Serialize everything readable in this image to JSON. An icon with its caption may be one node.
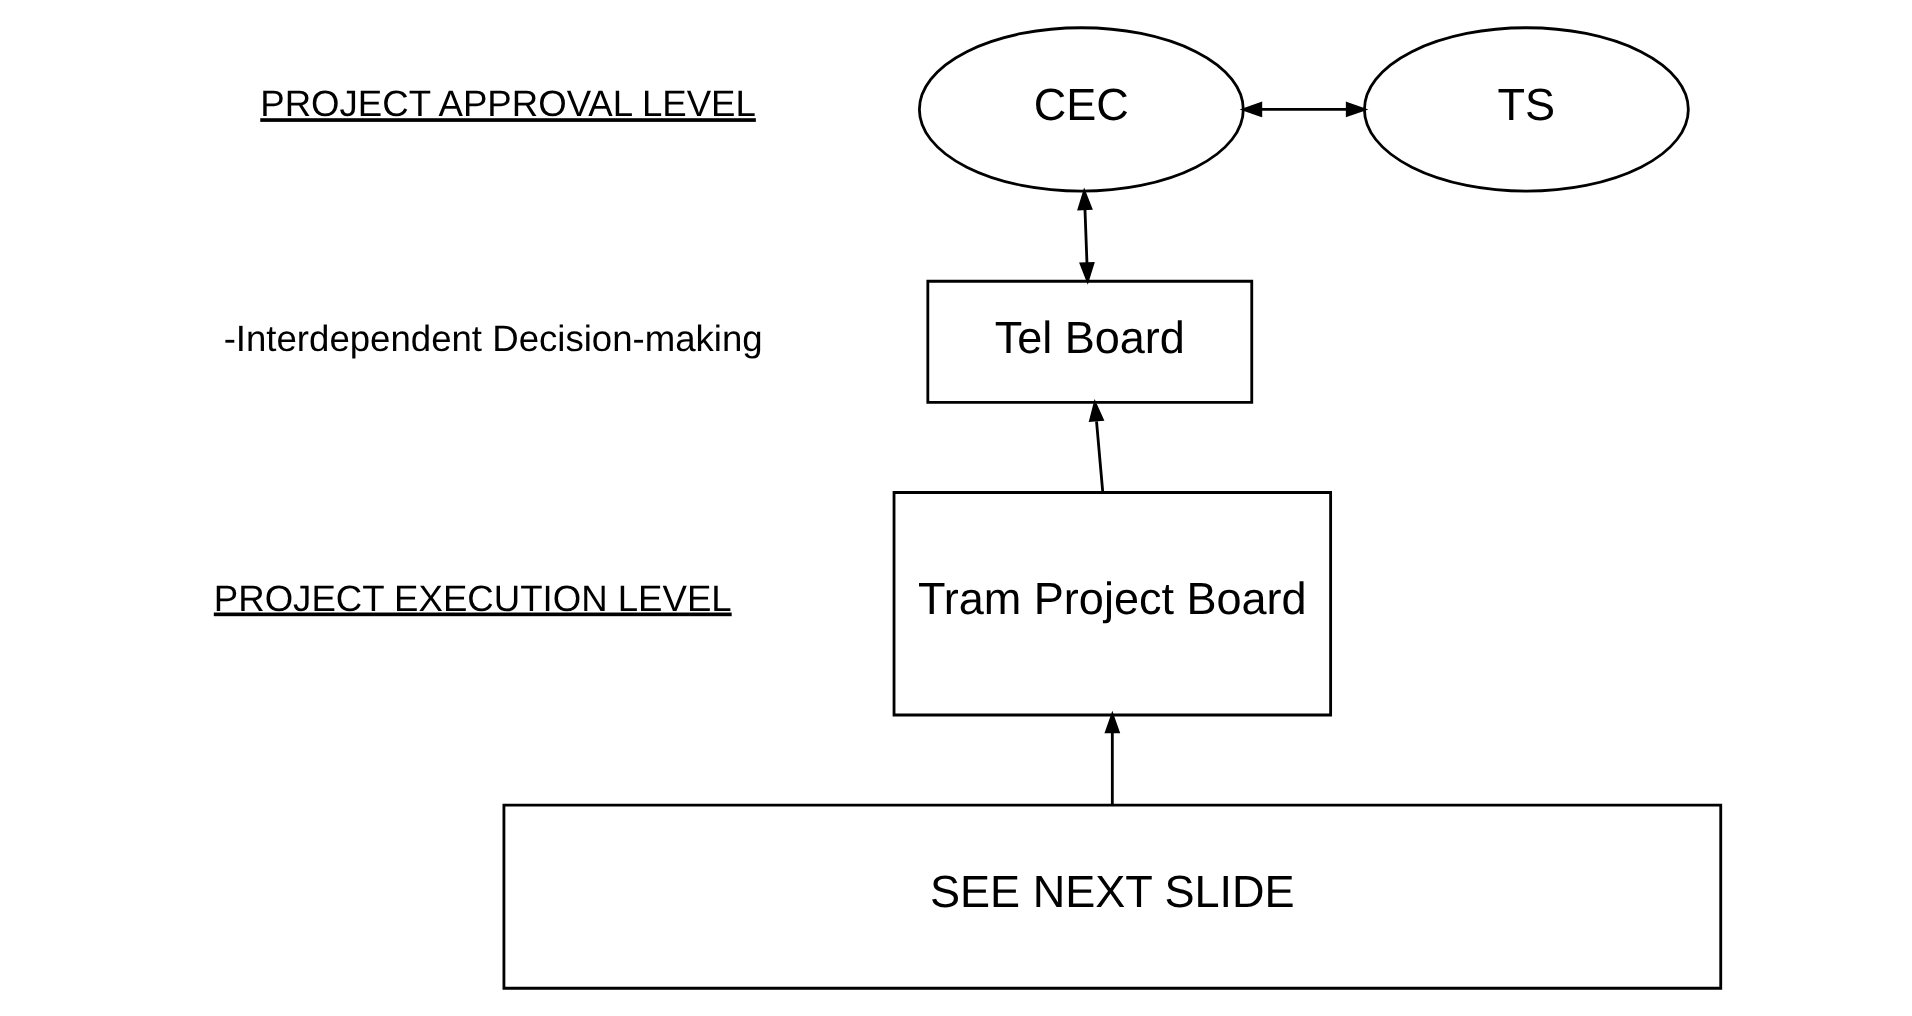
{
  "diagram": {
    "nodes": [
      {
        "text": [
          "CEC"
        ]
      },
      {
        "text": [
          "TS"
        ]
      },
      {
        "text": [
          "Tel Board"
        ]
      },
      {
        "text": [
          "Tram Project Board"
        ]
      },
      {
        "text": [
          "SEE NEXT SLIDE"
        ]
      }
    ],
    "edges": [
      {
        "from": 0,
        "to": 1,
        "arrow": "both"
      },
      {
        "from": 2,
        "to": 0,
        "arrow": "both"
      },
      {
        "from": 3,
        "to": 2,
        "arrow": "to"
      },
      {
        "from": 4,
        "to": 3,
        "arrow": "to"
      }
    ],
    "labels": [
      "PROJECT APPROVAL LEVEL",
      "-Interdependent Decision-making",
      "PROJECT EXECUTION LEVEL"
    ]
  }
}
